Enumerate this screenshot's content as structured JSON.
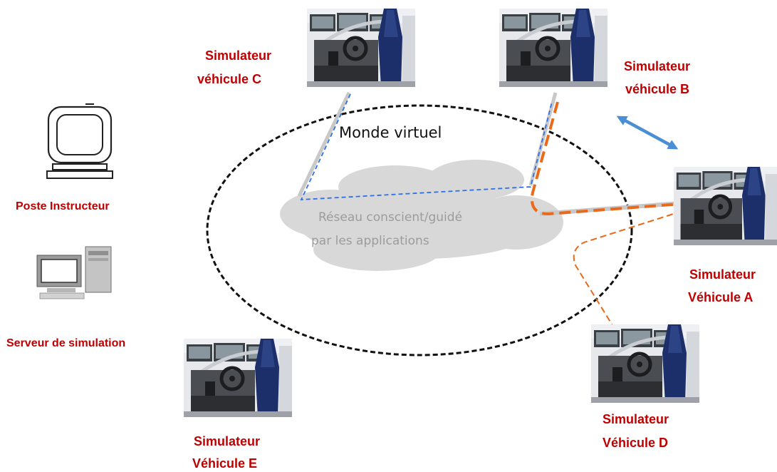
{
  "title": "",
  "colors": {
    "label_red": "#c00000",
    "cloud_gray": "#d8d8d8",
    "blue_link": "#2f6fe8",
    "orange_link": "#e86a1a",
    "arrow_blue": "#4a8fd6",
    "seat_blue": "#1d2f6b"
  },
  "virtual_world": {
    "label": "Monde virtuel"
  },
  "network": {
    "line1": "Réseau conscient/guidé",
    "line2": "par les applications"
  },
  "instructor": {
    "label": "Poste Instructeur",
    "icon": "monitor-icon"
  },
  "server": {
    "label": "Serveur de simulation",
    "icon": "computer-icon"
  },
  "simulators": {
    "a": {
      "line1": "Simulateur",
      "line2": "Véhicule A"
    },
    "b": {
      "line1": "Simulateur",
      "line2": "véhicule B"
    },
    "c": {
      "line1": "Simulateur",
      "line2": "véhicule C"
    },
    "d": {
      "line1": "Simulateur",
      "line2": "Véhicule D"
    },
    "e": {
      "line1": "Simulateur",
      "line2": "Véhicule E"
    }
  }
}
